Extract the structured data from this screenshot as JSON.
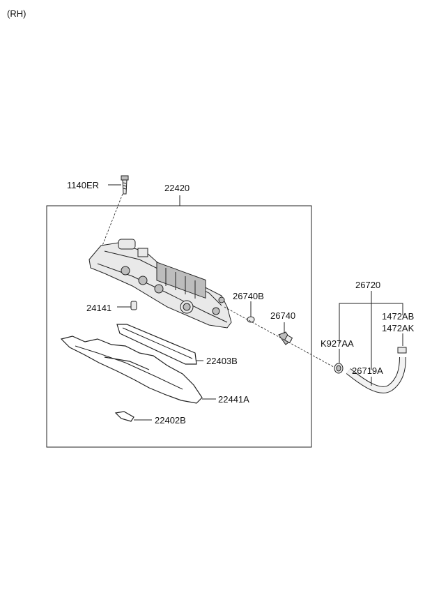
{
  "diagram": {
    "variant_label": "(RH)",
    "labels": {
      "bolt": "1140ER",
      "cover_assembly": "22420",
      "dowel": "24141",
      "cap": "26740B",
      "pcv_valve": "26740",
      "hose_assembly": "26720",
      "clamp_right": "1472AB",
      "clamp_right_alt": "1472AK",
      "clamp_left": "K927AA",
      "hose": "26719A",
      "gasket_upper": "22403B",
      "gasket_lower": "22441A",
      "gasket_small": "22402B"
    }
  }
}
